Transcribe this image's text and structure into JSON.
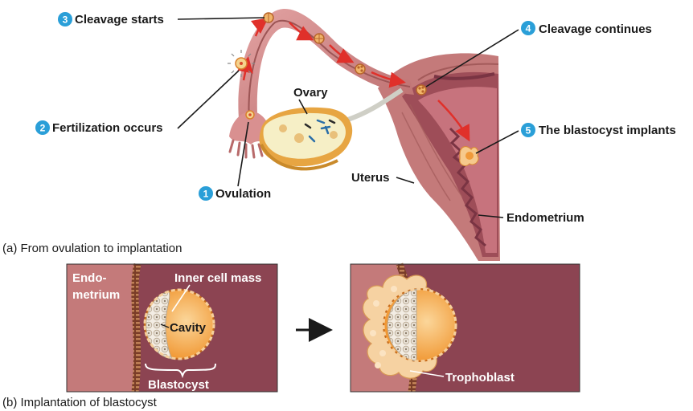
{
  "steps": [
    {
      "num": "1",
      "label": "Ovulation"
    },
    {
      "num": "2",
      "label": "Fertilization occurs"
    },
    {
      "num": "3",
      "label": "Cleavage starts"
    },
    {
      "num": "4",
      "label": "Cleavage continues"
    },
    {
      "num": "5",
      "label": "The blastocyst implants"
    }
  ],
  "labels": {
    "ovary": "Ovary",
    "uterus": "Uterus",
    "endometrium": "Endometrium",
    "endo_line1": "Endo-",
    "endo_line2": "metrium",
    "inner_cell_mass": "Inner cell mass",
    "cavity": "Cavity",
    "blastocyst": "Blastocyst",
    "trophoblast": "Trophoblast"
  },
  "captions": {
    "a": "(a) From ovulation to implantation",
    "b": "(b) Implantation of blastocyst"
  },
  "colors": {
    "step_badge": "#2a9fd8",
    "tissue": "#c47a7a",
    "endometrium_dark": "#8c4452",
    "embryo_orange": "#f2a64a",
    "arrow_red": "#e0302a"
  }
}
